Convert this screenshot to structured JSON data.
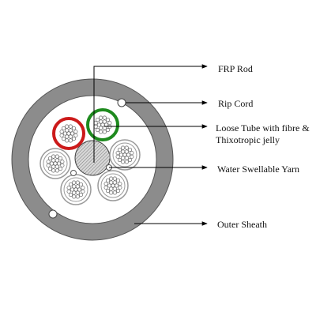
{
  "labels": {
    "frp_rod": "FRP Rod",
    "rip_cord": "Rip Cord",
    "loose_tube_line1": "Loose Tube with fibre &",
    "loose_tube_line2": "Thixotropic jelly",
    "water_swellable_yarn": "Water Swellable Yarn",
    "outer_sheath": "Outer Sheath"
  },
  "colors": {
    "outer_sheath": "#8c8c8c",
    "tube_red": "#cc1a1a",
    "tube_green": "#1e8a1e",
    "tube_gray": "#9a9a9a",
    "line": "#000000"
  }
}
